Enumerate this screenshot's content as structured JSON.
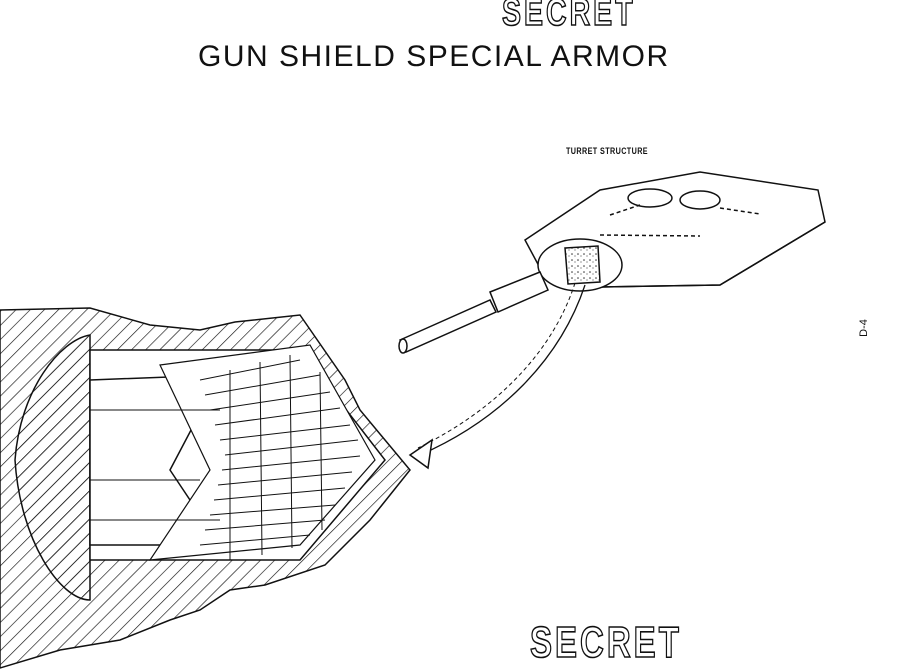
{
  "classification_top": "SECRET",
  "title": "GUN SHIELD SPECIAL ARMOR",
  "turret_label": "TURRET STRUCTURE",
  "page_number": "D-4",
  "classification_bottom": "SECRET"
}
